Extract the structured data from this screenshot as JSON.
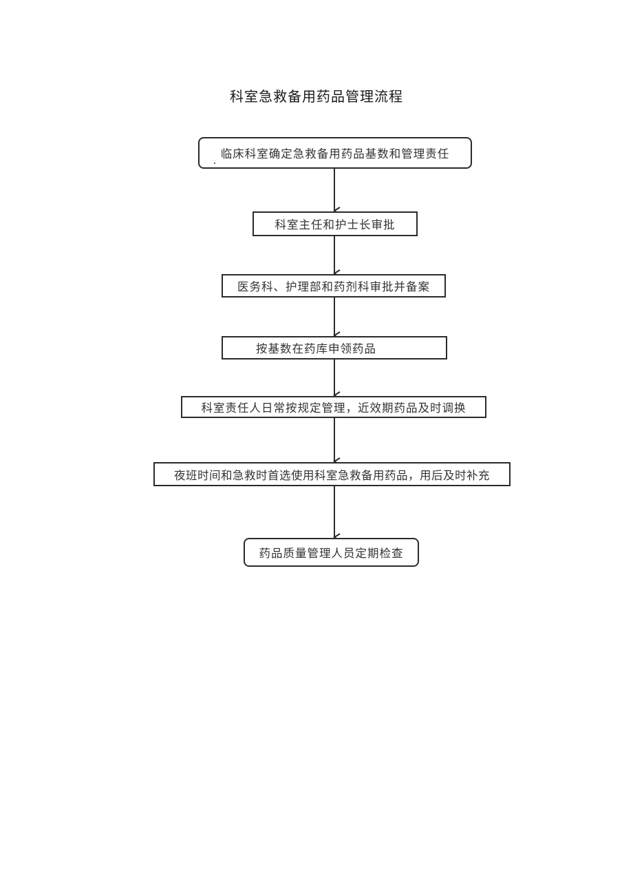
{
  "title": "科室急救备用药品管理流程",
  "flow": {
    "steps": [
      {
        "label": "临床科室确定急救备用药品基数和管理责任",
        "shape": "rounded"
      },
      {
        "label": "科室主任和护士长审批",
        "shape": "rect"
      },
      {
        "label": "医务科、护理部和药剂科审批并备案",
        "shape": "rect"
      },
      {
        "label": "按基数在药库申领药品",
        "shape": "rect"
      },
      {
        "label": "科室责任人日常按规定管理，近效期药品及时调换",
        "shape": "rect"
      },
      {
        "label": "夜班时间和急救时首选使用科室急救备用药品，用后及时补充",
        "shape": "rect"
      },
      {
        "label": "药品质量管理人员定期检查",
        "shape": "rounded"
      }
    ],
    "line_color": "#2a2a2a"
  }
}
